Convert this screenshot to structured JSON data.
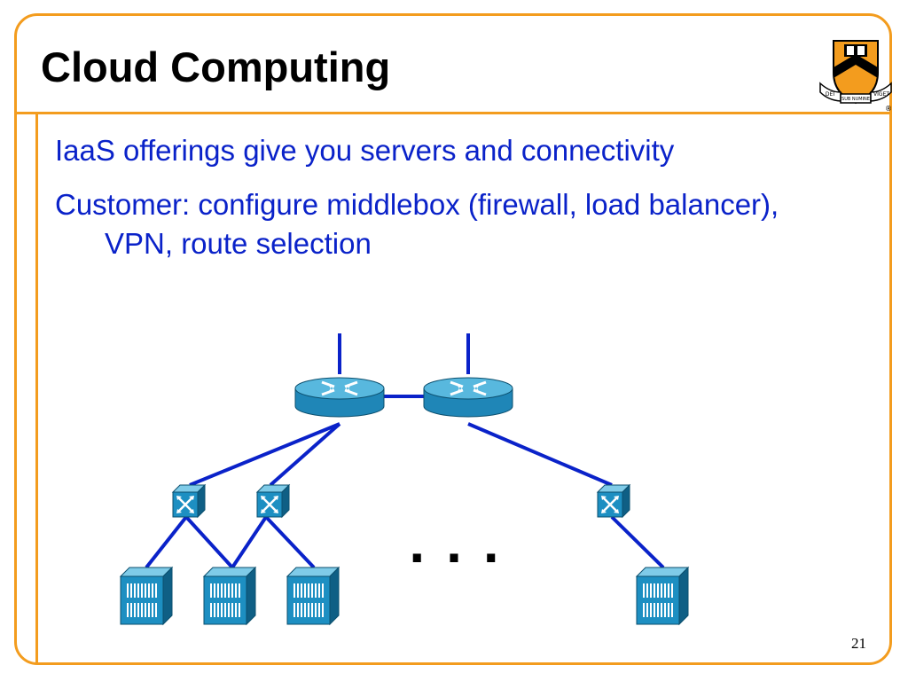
{
  "slide": {
    "title": "Cloud Computing",
    "page_number": "21",
    "accent_color": "#f39c1e",
    "text_color": "#0a22c9"
  },
  "bullets": [
    "IaaS offerings give you servers and connectivity",
    "Customer: configure middlebox (firewall, load balancer), VPN, route selection"
  ],
  "logo": {
    "icon": "princeton-shield-icon",
    "motto_left": "DEI",
    "motto_center": "SUB NUMINE",
    "motto_right": "VIGET",
    "mark": "®"
  },
  "diagram": {
    "ellipsis": "...",
    "link_color": "#0a22c9",
    "icons": {
      "router": "router-icon",
      "switch": "switch-icon",
      "server": "server-icon"
    }
  }
}
